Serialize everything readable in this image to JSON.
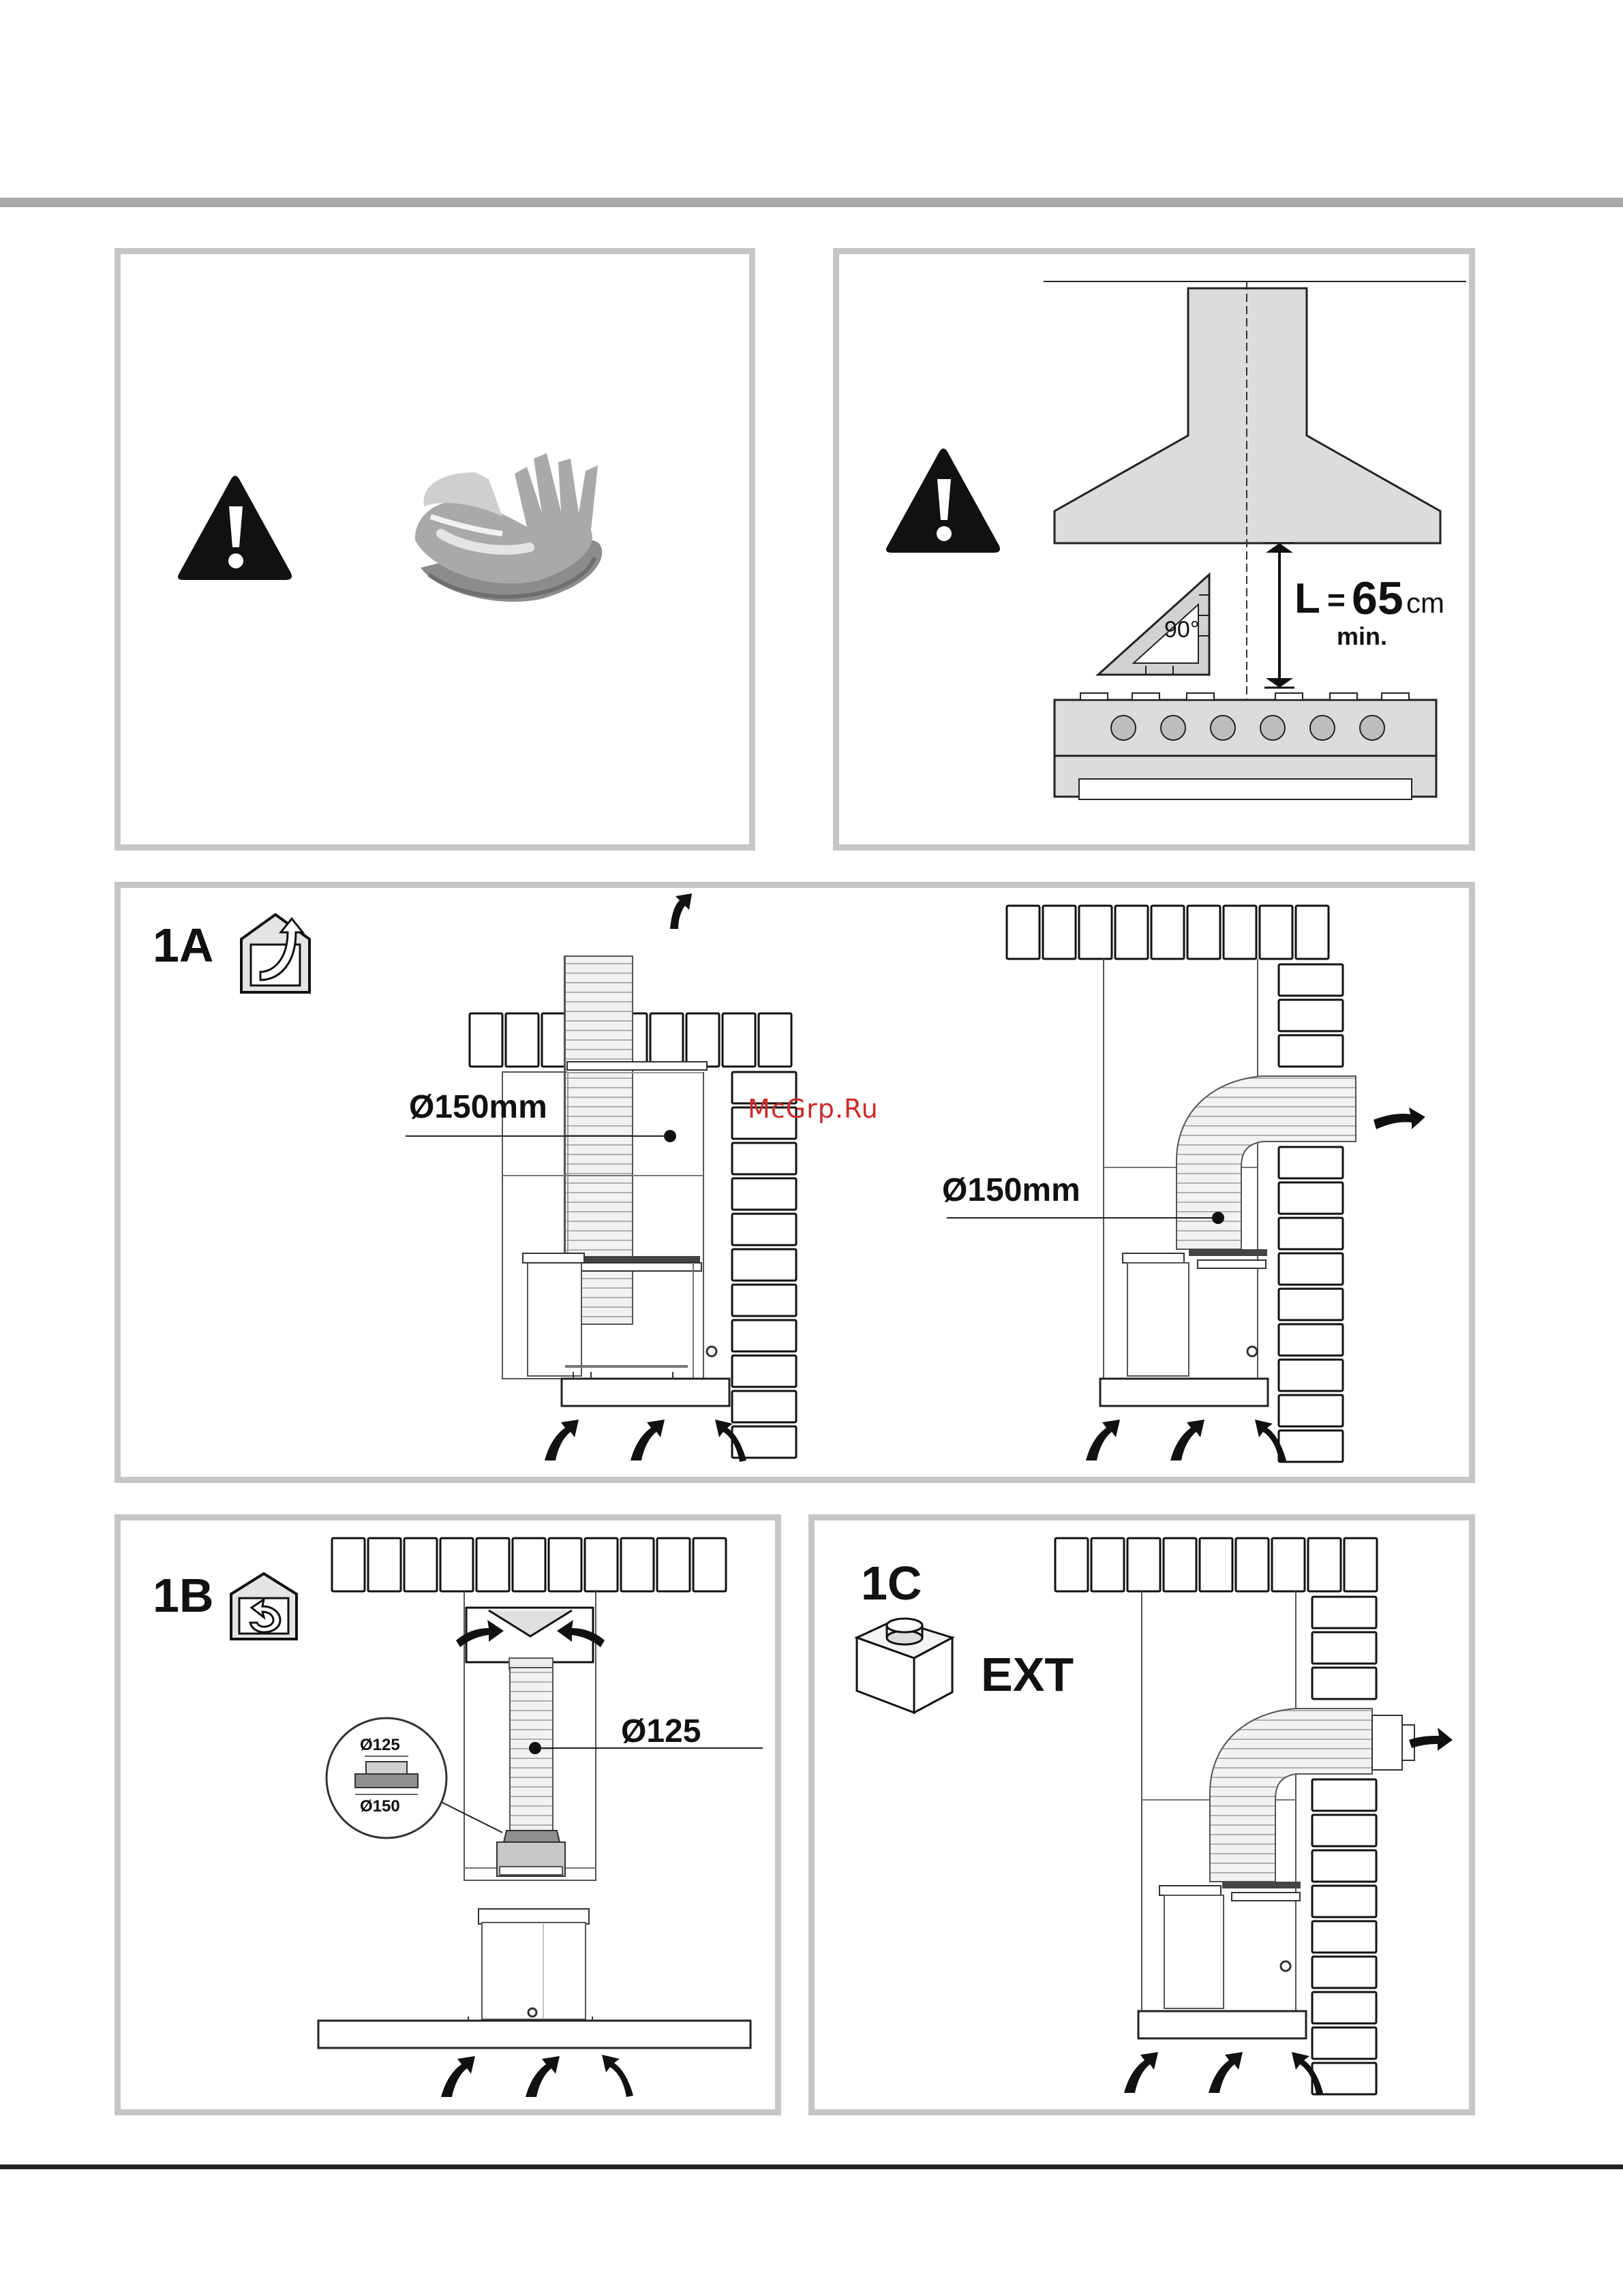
{
  "watermark": "McGrp.Ru",
  "panel_warning_gloves": {
    "warning_icon": "warning-triangle-icon",
    "gloves_icon": "protective-gloves-icon"
  },
  "panel_distance": {
    "warning_icon": "warning-triangle-icon",
    "square_label": "90°",
    "distance_prefix": "L",
    "distance_equals": "=",
    "distance_value": "65",
    "distance_unit": "cm",
    "distance_qualifier": "min."
  },
  "panel_1a": {
    "label": "1A",
    "mode_icon": "house-extraction-icon",
    "left_diameter": "Ø150mm",
    "right_diameter": "Ø150mm"
  },
  "panel_1b": {
    "label": "1B",
    "mode_icon": "house-recirculation-icon",
    "diameter": "Ø125",
    "adapter_top": "Ø125",
    "adapter_bottom": "Ø150"
  },
  "panel_1c": {
    "label": "1C",
    "mode_icon": "external-motor-box-icon",
    "mode_text": "EXT"
  }
}
